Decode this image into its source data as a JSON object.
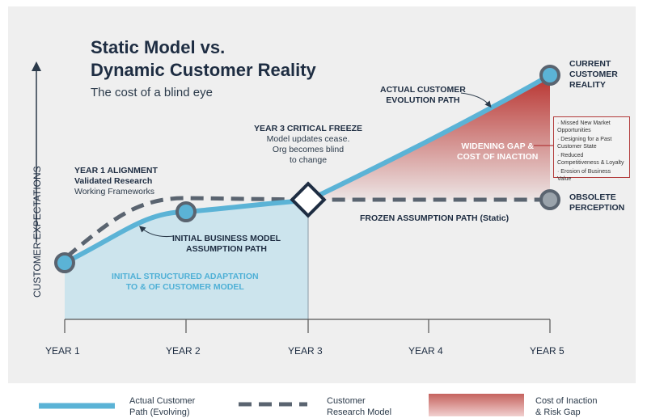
{
  "title_line1": "Static Model vs.",
  "title_line2": "Dynamic Customer Reality",
  "subtitle": "The cost of a blind eye",
  "y_axis_label": "CUSTOMER EXPECTATIONS",
  "x_ticks": [
    "YEAR 1",
    "YEAR 2",
    "YEAR 3",
    "YEAR 4",
    "YEAR 5"
  ],
  "annotations": {
    "year1_title": "YEAR 1 ALIGNMENT",
    "year1_l1": "Validated Research",
    "year1_l2": "Working Frameworks",
    "year3_title": "YEAR 3 CRITICAL FREEZE",
    "year3_l1": "Model updates cease.",
    "year3_l2": "Org becomes blind",
    "year3_l3": "to change",
    "actual_l1": "ACTUAL CUSTOMER",
    "actual_l2": "EVOLUTION PATH",
    "current_l1": "CURRENT",
    "current_l2": "CUSTOMER",
    "current_l3": "REALITY",
    "obsolete_l1": "OBSOLETE",
    "obsolete_l2": "PERCEPTION",
    "frozen": "FROZEN ASSUMPTION PATH (Static)",
    "initial_l1": "INITIAL BUSINESS MODEL",
    "initial_l2": "ASSUMPTION PATH",
    "adapt_l1": "INITIAL STRUCTURED ADAPTATION",
    "adapt_l2": "TO & OF CUSTOMER MODEL",
    "gap_l1": "WIDENING GAP &",
    "gap_l2": "COST OF INACTION"
  },
  "consequences": [
    "Missed New Market Opportunities",
    "Designing for a Past Customer State",
    "Reduced Competitiveness & Loyalty",
    "Erosion of Business Value"
  ],
  "legend": {
    "actual_l1": "Actual Customer",
    "actual_l2": "Path (Evolving)",
    "model_l1": "Customer",
    "model_l2": "Research  Model",
    "gap_l1": "Cost of Inaction",
    "gap_l2": "& Risk Gap"
  },
  "colors": {
    "actual": "#5bb3d6",
    "model": "#5a6470",
    "gap": "#b8322e",
    "fill": "#c5e2ec"
  }
}
